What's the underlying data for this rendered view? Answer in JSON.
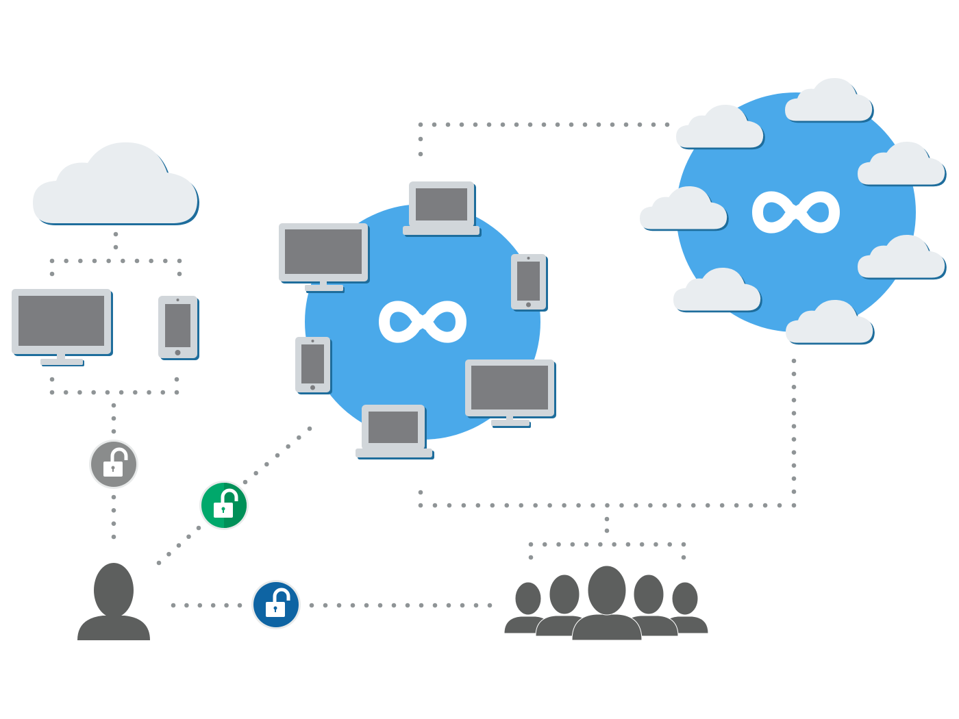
{
  "diagram": {
    "title": "",
    "colors": {
      "hub": "#4aa9ea",
      "cloud": "#e9edf0",
      "cloud_edge": "#1e6d9c",
      "device_frame": "#d1d6da",
      "device_screen": "#7c7d80",
      "connector_dot": "#8f9496",
      "person": "#5d5f5e",
      "lock_gray": "#8a8c8c",
      "lock_green": "#00a86b",
      "lock_blue": "#0e64a3"
    },
    "nodes": [
      {
        "id": "personal-cloud",
        "icon": "cloud-icon"
      },
      {
        "id": "personal-desktop",
        "icon": "desktop-monitor-icon"
      },
      {
        "id": "personal-tablet",
        "icon": "tablet-icon"
      },
      {
        "id": "device-hub",
        "icon": "infinity-icon",
        "devices": [
          "laptop",
          "tablet",
          "desktop",
          "laptop",
          "tablet",
          "desktop"
        ]
      },
      {
        "id": "cloud-hub",
        "icon": "infinity-icon",
        "clouds": 7
      },
      {
        "id": "single-user",
        "icon": "person-icon"
      },
      {
        "id": "user-group",
        "icon": "group-icon",
        "members": 5
      }
    ],
    "locks": [
      {
        "id": "lock-personal",
        "state": "unlocked",
        "color": "gray"
      },
      {
        "id": "lock-devices",
        "state": "unlocked",
        "color": "green"
      },
      {
        "id": "lock-group",
        "state": "unlocked",
        "color": "blue"
      }
    ],
    "connections": [
      {
        "from": "personal-cloud",
        "to": "personal-desktop"
      },
      {
        "from": "personal-cloud",
        "to": "personal-tablet"
      },
      {
        "from": "personal-devices",
        "to": "single-user",
        "via": "lock-personal"
      },
      {
        "from": "single-user",
        "to": "device-hub",
        "via": "lock-devices"
      },
      {
        "from": "single-user",
        "to": "user-group",
        "via": "lock-group"
      },
      {
        "from": "device-hub",
        "to": "cloud-hub"
      },
      {
        "from": "cloud-hub",
        "to": "user-group"
      }
    ]
  }
}
